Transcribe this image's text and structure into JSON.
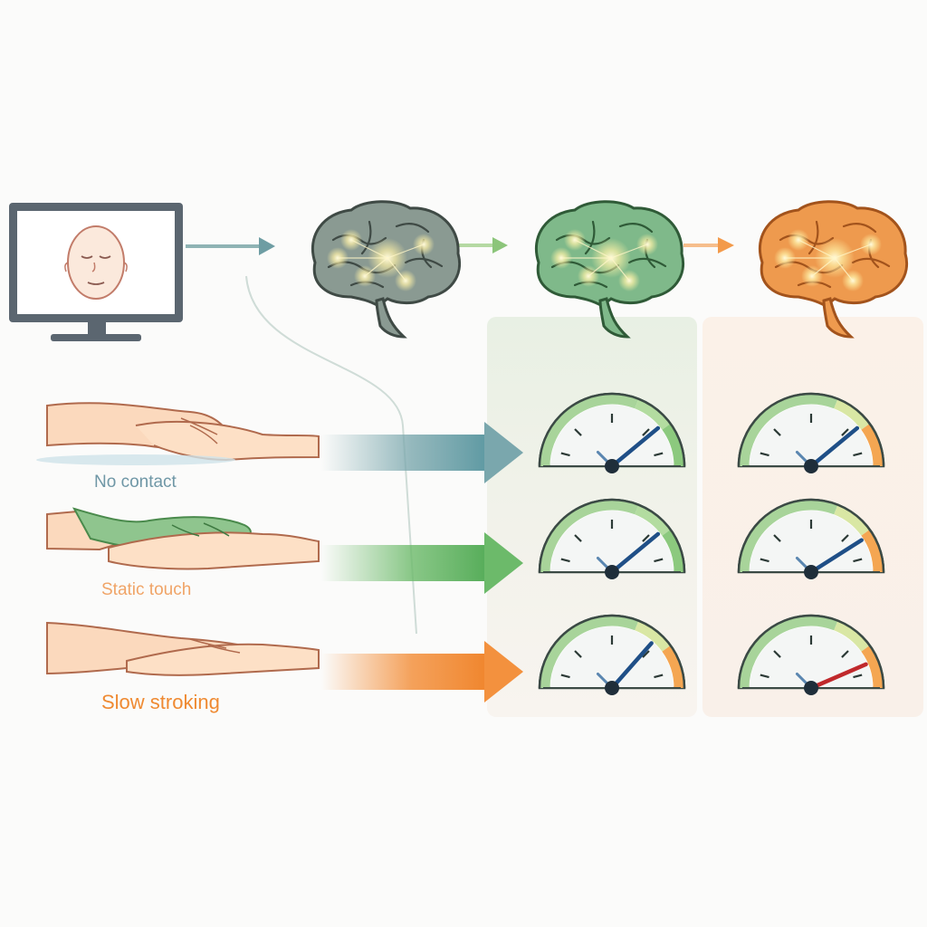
{
  "colors": {
    "teal": "#7aa7ad",
    "green": "#6cba6a",
    "orange": "#f3913e",
    "brain_gray": "#8a9a92",
    "brain_green": "#7fb98a",
    "brain_orange": "#ee9a4e",
    "needle_blue": "#1f4f87",
    "needle_red": "#c0292c"
  },
  "monitor": {
    "icon": "face-on-monitor-icon"
  },
  "brains": [
    {
      "icon": "brain-icon",
      "tone": "gray"
    },
    {
      "icon": "brain-icon",
      "tone": "green"
    },
    {
      "icon": "brain-icon",
      "tone": "orange"
    }
  ],
  "conditions": [
    {
      "label": "No contact",
      "icon": "hands-no-contact-icon",
      "arrow_color": "#7aa7ad",
      "label_color": "#6f97a6"
    },
    {
      "label": "Static touch",
      "icon": "hands-static-touch-icon",
      "arrow_color": "#6cba6a",
      "label_color": "#f0a467"
    },
    {
      "label": "Slow stroking",
      "icon": "hands-slow-stroking-icon",
      "arrow_color": "#f3913e",
      "label_color": "#ef8a32"
    }
  ],
  "gauges": {
    "icon": "gauge-icon",
    "columns": [
      {
        "levels": [
          0.78,
          0.78,
          0.73
        ],
        "needle": [
          "blue",
          "blue",
          "blue"
        ]
      },
      {
        "levels": [
          0.78,
          0.82,
          0.87
        ],
        "needle": [
          "blue",
          "blue",
          "red"
        ]
      }
    ]
  }
}
